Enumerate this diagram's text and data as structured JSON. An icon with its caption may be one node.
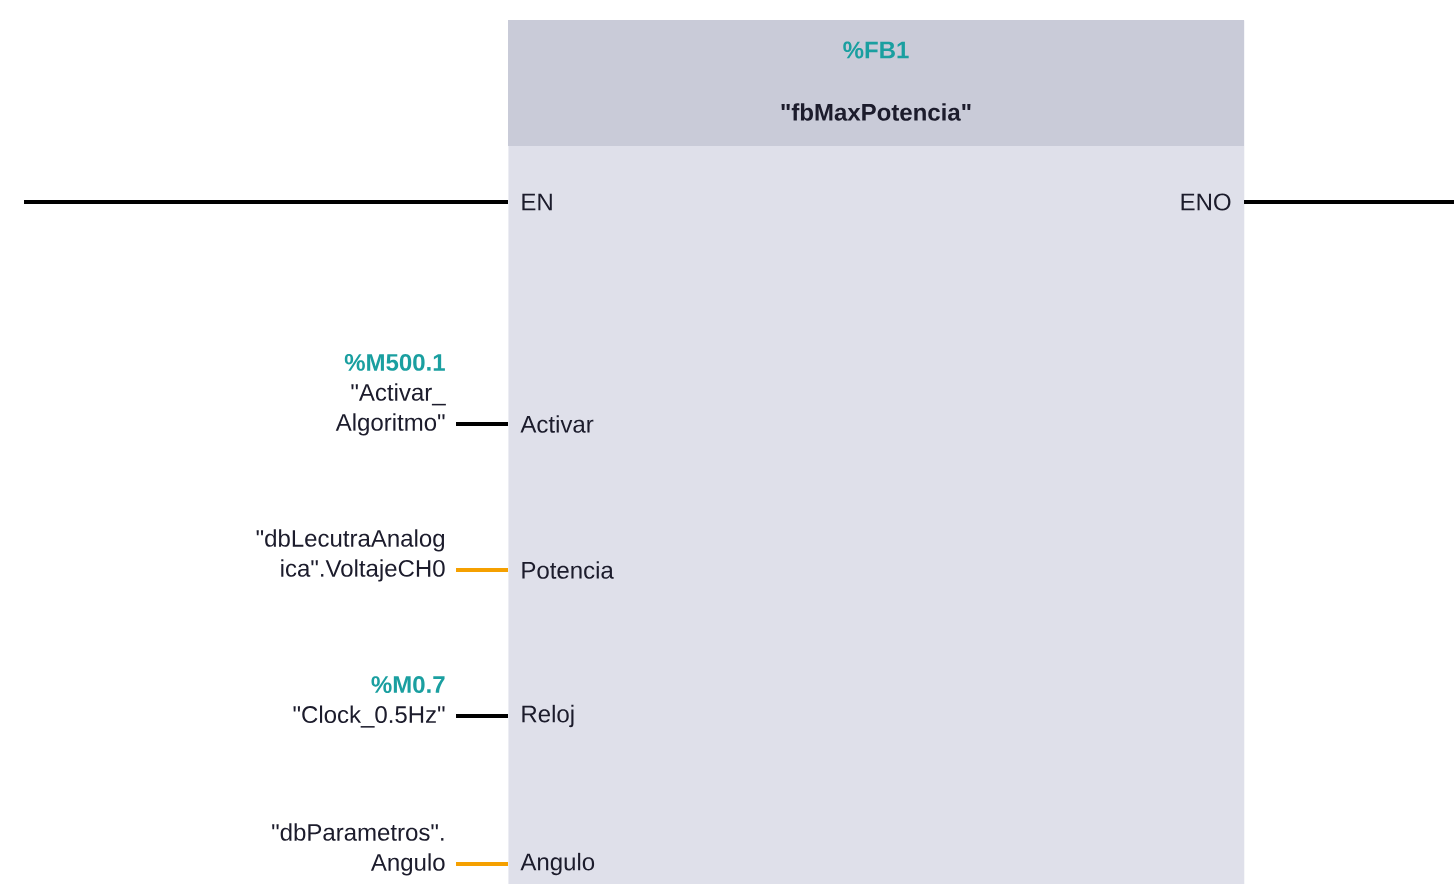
{
  "diagram": {
    "nodes": [
      {
        "text": [
          "%FB1",
          "\"fbMaxPotencia\""
        ]
      },
      {
        "text": [
          "EN"
        ],
        "in": 0
      },
      {
        "text": [
          "ENO"
        ],
        "in": 0
      },
      {
        "text": [
          "Activar"
        ],
        "in": 0
      },
      {
        "text": [
          "Potencia"
        ],
        "in": 0
      },
      {
        "text": [
          "Reloj"
        ],
        "in": 0
      },
      {
        "text": [
          "Angulo"
        ],
        "in": 0
      },
      {
        "text": [
          "%M500.1",
          "\"Activar_ Algoritmo\""
        ]
      },
      {
        "text": [
          "\"dbLecutraAnalog ica\".VoltajeCH0"
        ]
      },
      {
        "text": [
          "%M0.7",
          "\"Clock_0.5Hz\""
        ]
      },
      {
        "text": [
          "\"dbParametros\". Angulo"
        ]
      }
    ],
    "edges": [
      {
        "from": null,
        "to": 1,
        "arrow": "none"
      },
      {
        "from": 2,
        "to": null,
        "arrow": "none"
      },
      {
        "from": 7,
        "to": 3,
        "arrow": "none"
      },
      {
        "from": 8,
        "to": 4,
        "arrow": "none",
        "color": "#f5a000"
      },
      {
        "from": 9,
        "to": 5,
        "arrow": "none"
      },
      {
        "from": 10,
        "to": 6,
        "arrow": "none",
        "color": "#f5a000"
      }
    ]
  }
}
